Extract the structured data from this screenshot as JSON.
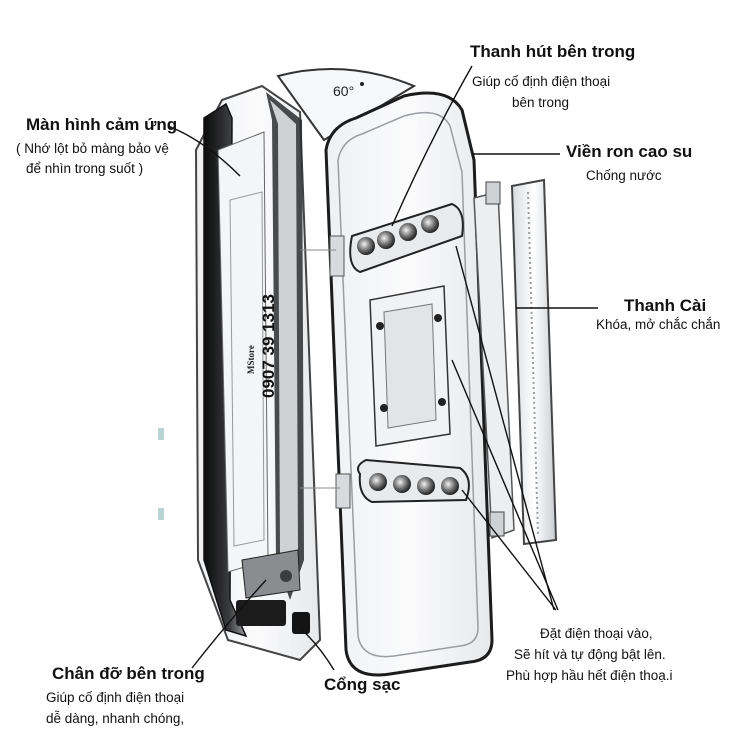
{
  "device": {
    "lid_angle": "60°",
    "phone_number": "0907 39 1313",
    "brand": "MStore"
  },
  "callouts": [
    {
      "id": "touch",
      "title": "Màn hình cảm ứng",
      "desc": [
        "( Nhớ lột bỏ màng bảo vệ",
        "để nhìn trong suốt )"
      ]
    },
    {
      "id": "suction",
      "title": "Thanh hút bên trong",
      "desc": [
        "Giúp cố định điện thoại",
        "bên trong"
      ]
    },
    {
      "id": "gasket",
      "title": "Viền ron cao su",
      "desc": [
        "Chống nước"
      ]
    },
    {
      "id": "latch",
      "title": "Thanh Cài",
      "desc": [
        "Khóa, mở chắc chắn"
      ]
    },
    {
      "id": "place",
      "title": "",
      "desc": [
        "Đặt điện thoại vào,",
        "Sẽ hít và tự động bật lên.",
        "Phù hợp hầu hết điện thoạ.i"
      ]
    },
    {
      "id": "stand",
      "title": "Chân đỡ bên trong",
      "desc": [
        "Giúp cố định điện thoại",
        "dễ dàng, nhanh chóng,"
      ]
    },
    {
      "id": "charge",
      "title": "Cổng sạc",
      "desc": []
    }
  ]
}
